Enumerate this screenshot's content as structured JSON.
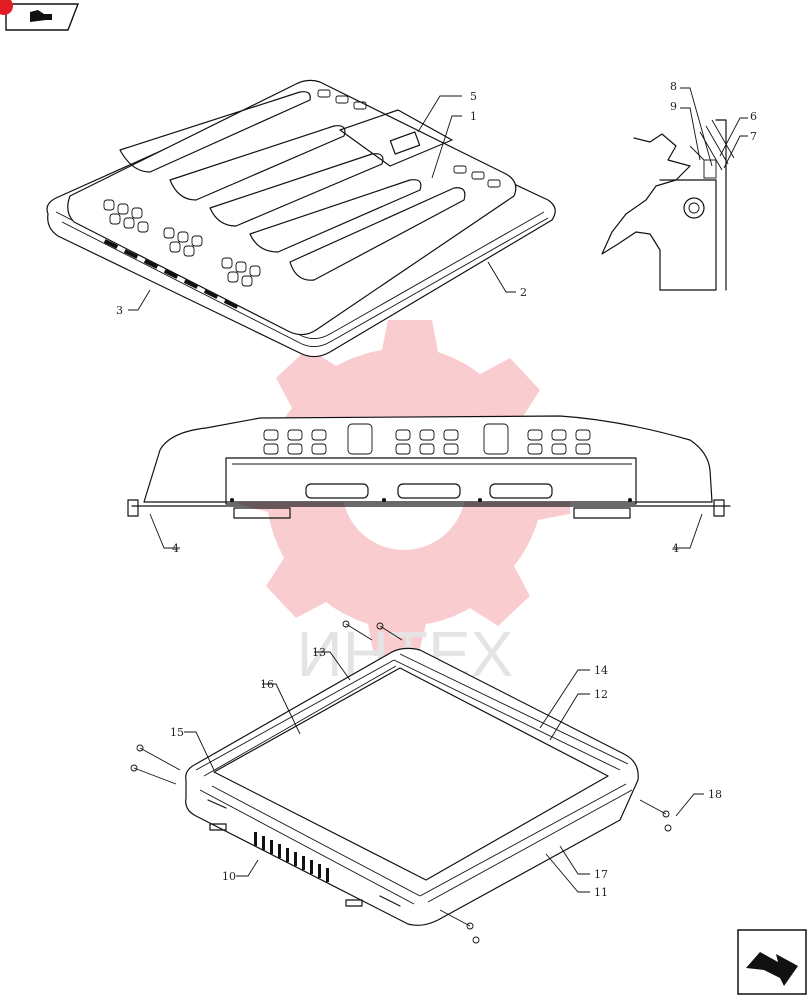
{
  "nav": {
    "back_icon": "back-arrow-icon",
    "forward_icon": "forward-arrow-icon"
  },
  "watermark": {
    "text": "ИНТЕХ",
    "color": "#e8202a"
  },
  "callouts": {
    "c1": "1",
    "c2": "2",
    "c3": "3",
    "c4a": "4",
    "c4b": "4",
    "c5": "5",
    "c6": "6",
    "c7": "7",
    "c8": "8",
    "c9": "9",
    "c10": "10",
    "c11": "11",
    "c12": "12",
    "c13": "13",
    "c14": "14",
    "c15": "15",
    "c16": "16",
    "c17": "17",
    "c18": "18"
  }
}
